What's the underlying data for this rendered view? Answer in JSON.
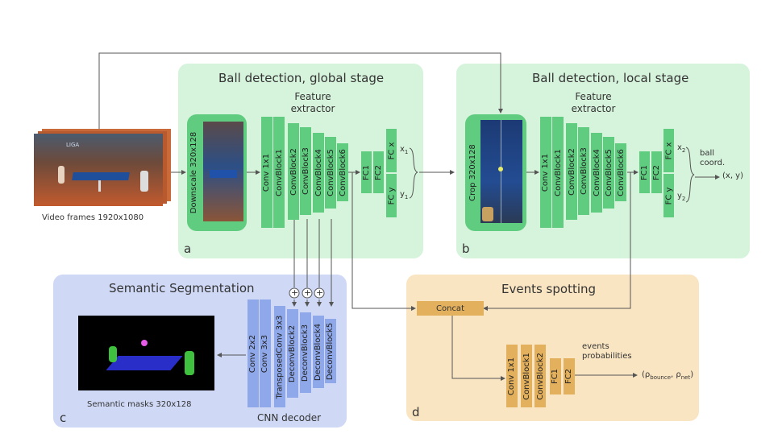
{
  "global_stage": {
    "title": "Ball detection, global stage",
    "label": "a",
    "downscale": "Downscale 320x128",
    "feature_extractor": "Feature\nextractor",
    "layers": [
      "Conv 1x1",
      "ConvBlock1",
      "ConvBlock2",
      "ConvBlock3",
      "ConvBlock4",
      "ConvBlock5",
      "ConvBlock6"
    ],
    "fc": [
      "FC1",
      "FC2"
    ],
    "fc_out": [
      "FC x",
      "FC y"
    ],
    "out_x": "x",
    "out_x_sub": "1",
    "out_y": "y",
    "out_y_sub": "1"
  },
  "local_stage": {
    "title": "Ball detection, local stage",
    "label": "b",
    "crop": "Crop 320x128",
    "feature_extractor": "Feature\nextractor",
    "layers": [
      "Conv 1x1",
      "ConvBlock1",
      "ConvBlock2",
      "ConvBlock3",
      "ConvBlock4",
      "ConvBlock5",
      "ConvBlock6"
    ],
    "fc": [
      "FC1",
      "FC2"
    ],
    "fc_out": [
      "FC x",
      "FC y"
    ],
    "out_x": "x",
    "out_x_sub": "2",
    "out_y": "y",
    "out_y_sub": "2",
    "ball_coord": "ball\ncoord.",
    "xy": "(x, y)"
  },
  "segmentation": {
    "title": "Semantic Segmentation",
    "label": "c",
    "decoder_label": "CNN decoder",
    "masks_caption": "Semantic masks 320x128",
    "layers": [
      "Conv 2x2",
      "Conv 3x3",
      "TransposedConv 3x3",
      "DeconvBlock2",
      "DeconvBlock3",
      "DeconvBlock4",
      "DeconvBlock5"
    ],
    "plus": "+"
  },
  "events": {
    "title": "Events spotting",
    "label": "d",
    "concat": "Concat",
    "layers": [
      "Conv 1x1",
      "ConvBlock1",
      "ConvBlock2",
      "FC1",
      "FC2"
    ],
    "probabilities": "events\nprobabilities",
    "output_prefix": "(ρ",
    "output_sub1": "bounce",
    "output_mid": ", ρ",
    "output_sub2": "net",
    "output_suffix": ")"
  },
  "input": {
    "caption": "Video frames 1920x1080"
  },
  "colors": {
    "green_panel": "#d6f3dc",
    "green_layer": "#5fcc7f",
    "blue_panel": "#cfd9f6",
    "blue_layer": "#8fa8ea",
    "orange_panel": "#fae5c2",
    "orange_layer": "#e3b05e"
  }
}
